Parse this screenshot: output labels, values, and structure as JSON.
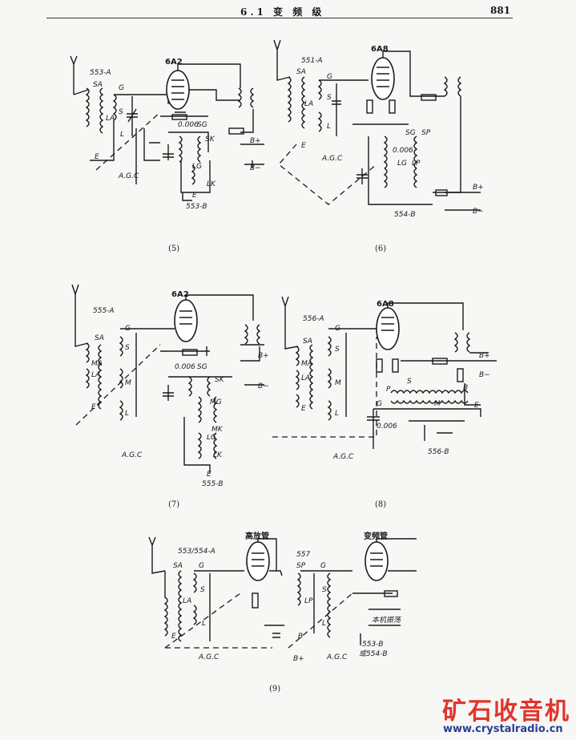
{
  "header": {
    "section_title": "6.1 变 频 级",
    "page_number": "881"
  },
  "figures": [
    {
      "caption": "(5)",
      "tube": "6A2",
      "coil_a": "553-A",
      "coil_b": "553-B",
      "terms": [
        "SA",
        "G",
        "LA",
        "S",
        "L",
        "E",
        "SG",
        "SK",
        "LG",
        "LK",
        "E"
      ],
      "cap_value": "0.006",
      "supply": [
        "B+",
        "B-"
      ],
      "gang": "A.G.C"
    },
    {
      "caption": "(6)",
      "tube": "6A8",
      "coil_a": "551-A",
      "coil_b": "554-B",
      "terms": [
        "SA",
        "G",
        "LA",
        "S",
        "L",
        "E",
        "SG",
        "SP",
        "LG",
        "LP"
      ],
      "cap_value": "0.006",
      "supply": [
        "B+",
        "B-"
      ],
      "gang": "A.G.C"
    },
    {
      "caption": "(7)",
      "tube": "6A2",
      "coil_a": "555-A",
      "coil_b": "555-B",
      "terms": [
        "SA",
        "G",
        "MA",
        "S",
        "LA",
        "M",
        "L",
        "E",
        "SG",
        "SK",
        "MG",
        "MK",
        "LG",
        "LK",
        "E"
      ],
      "cap_value": "0.006",
      "supply": [
        "B+",
        "B-"
      ],
      "gang": "A.G.C"
    },
    {
      "caption": "(8)",
      "tube": "6A8",
      "coil_a": "556-A",
      "coil_b": "556-B",
      "terms": [
        "SA",
        "G",
        "MA",
        "S",
        "LA",
        "M",
        "L",
        "E",
        "P",
        "S",
        "M",
        "G",
        "B",
        "E"
      ],
      "cap_value": "0.006",
      "supply": [
        "B+",
        "B-"
      ],
      "gang": "A.G.C"
    },
    {
      "caption": "(9)",
      "tube_rf": "高放管",
      "tube_mix": "变频管",
      "coil_a": "553/554-A",
      "coil_b": "557",
      "terms": [
        "SA",
        "G",
        "LA",
        "S",
        "L",
        "E",
        "SP",
        "G",
        "LP",
        "S",
        "L",
        "B"
      ],
      "note": "本机振荡",
      "ref": [
        "553-B",
        "或554-B"
      ],
      "supply": [
        "B+"
      ],
      "gang": "A.G.C"
    }
  ],
  "watermark": {
    "text": "矿石收音机",
    "url": "www.crystalradio.cn",
    "color": "#e0352b"
  }
}
